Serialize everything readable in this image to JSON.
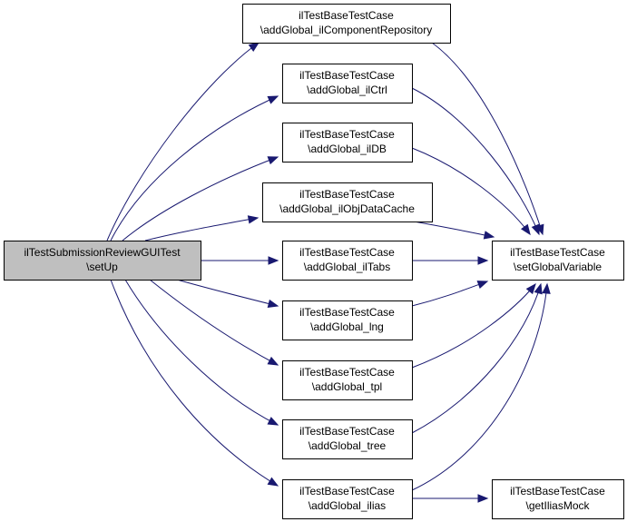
{
  "colors": {
    "edge": "#191970",
    "root_fill": "#bfbfbf",
    "node_fill": "#ffffff",
    "border": "#000000"
  },
  "nodes": [
    {
      "id": "root",
      "line1": "ilTestSubmissionReviewGUITest",
      "line2": "\\setUp"
    },
    {
      "id": "n_comp",
      "line1": "ilTestBaseTestCase",
      "line2": "\\addGlobal_ilComponentRepository"
    },
    {
      "id": "n_ctrl",
      "line1": "ilTestBaseTestCase",
      "line2": "\\addGlobal_ilCtrl"
    },
    {
      "id": "n_db",
      "line1": "ilTestBaseTestCase",
      "line2": "\\addGlobal_ilDB"
    },
    {
      "id": "n_cache",
      "line1": "ilTestBaseTestCase",
      "line2": "\\addGlobal_ilObjDataCache"
    },
    {
      "id": "n_tabs",
      "line1": "ilTestBaseTestCase",
      "line2": "\\addGlobal_ilTabs"
    },
    {
      "id": "n_lng",
      "line1": "ilTestBaseTestCase",
      "line2": "\\addGlobal_lng"
    },
    {
      "id": "n_tpl",
      "line1": "ilTestBaseTestCase",
      "line2": "\\addGlobal_tpl"
    },
    {
      "id": "n_tree",
      "line1": "ilTestBaseTestCase",
      "line2": "\\addGlobal_tree"
    },
    {
      "id": "n_ilias",
      "line1": "ilTestBaseTestCase",
      "line2": "\\addGlobal_ilias"
    },
    {
      "id": "n_setvar",
      "line1": "ilTestBaseTestCase",
      "line2": "\\setGlobalVariable"
    },
    {
      "id": "n_mock",
      "line1": "ilTestBaseTestCase",
      "line2": "\\getIliasMock"
    }
  ],
  "edges": [
    {
      "from": "root",
      "to": "n_comp"
    },
    {
      "from": "root",
      "to": "n_ctrl"
    },
    {
      "from": "root",
      "to": "n_db"
    },
    {
      "from": "root",
      "to": "n_cache"
    },
    {
      "from": "root",
      "to": "n_tabs"
    },
    {
      "from": "root",
      "to": "n_lng"
    },
    {
      "from": "root",
      "to": "n_tpl"
    },
    {
      "from": "root",
      "to": "n_tree"
    },
    {
      "from": "root",
      "to": "n_ilias"
    },
    {
      "from": "n_comp",
      "to": "n_setvar"
    },
    {
      "from": "n_ctrl",
      "to": "n_setvar"
    },
    {
      "from": "n_db",
      "to": "n_setvar"
    },
    {
      "from": "n_cache",
      "to": "n_setvar"
    },
    {
      "from": "n_tabs",
      "to": "n_setvar"
    },
    {
      "from": "n_lng",
      "to": "n_setvar"
    },
    {
      "from": "n_tpl",
      "to": "n_setvar"
    },
    {
      "from": "n_tree",
      "to": "n_setvar"
    },
    {
      "from": "n_ilias",
      "to": "n_setvar"
    },
    {
      "from": "n_ilias",
      "to": "n_mock"
    }
  ]
}
